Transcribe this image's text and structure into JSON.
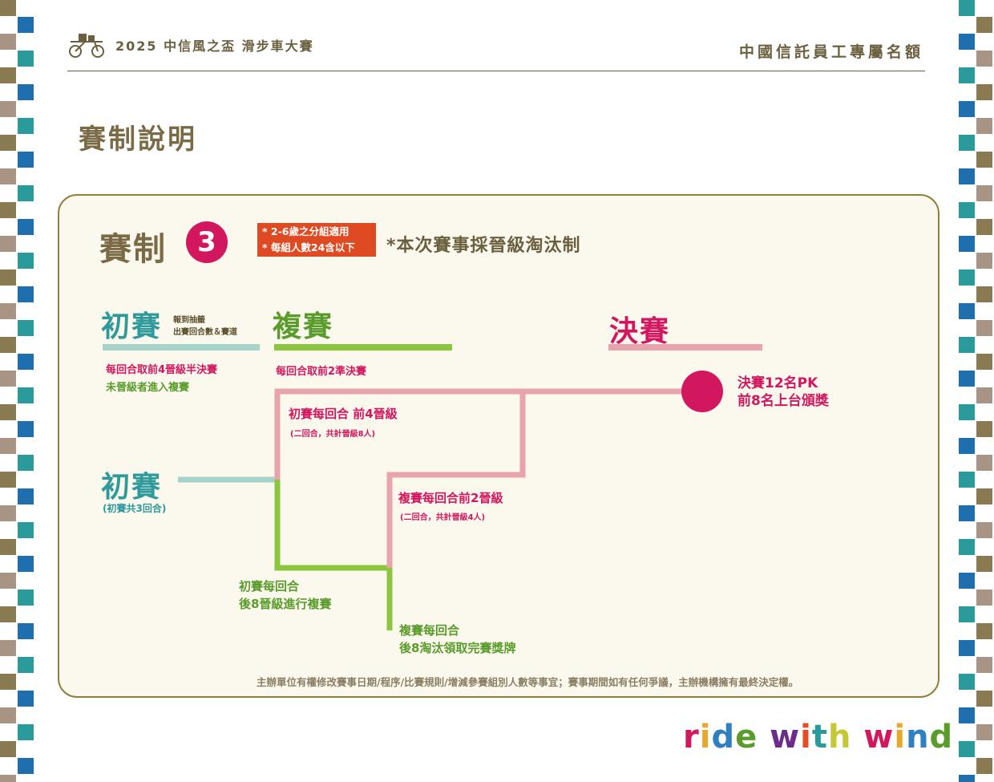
{
  "header": {
    "brand_title": "2025 中信風之盃 滑步車大賽",
    "right_label": "中國信託員工專屬名額"
  },
  "page_title": "賽制說明",
  "format": {
    "label": "賽制",
    "number": "3",
    "notes": [
      "* 2-6歲之分組適用",
      "* 每組人數24含以下"
    ],
    "note": "*本次賽事採晉級淘汰制"
  },
  "stages": {
    "prelim": {
      "title": "初賽",
      "sub1": "報到抽籤",
      "sub2": "出賽回合數＆賽道"
    },
    "repechage": {
      "title": "複賽"
    },
    "final": {
      "title": "決賽"
    }
  },
  "rules": {
    "prelim_top": "每回合取前4晉級半決賽",
    "prelim_bottom": "未晉級者進入複賽",
    "repechage": "每回合取前2準決賽"
  },
  "flow": {
    "final_line1": "決賽12名PK",
    "final_line2": "前8名上台頒獎",
    "prelim_advance": "初賽每回合 前4晉級",
    "prelim_advance_sub": "(二回合，共計晉級8人)",
    "rep_advance": "複賽每回合前2晉級",
    "rep_advance_sub": "(二回合，共計晉級4人)",
    "prelim_big": "初賽",
    "prelim_count": "(初賽共3回合)",
    "prelim_elim_1": "初賽每回合",
    "prelim_elim_2": "後8晉級進行複賽",
    "rep_elim_1": "複賽每回合",
    "rep_elim_2": "後8淘汰領取完賽獎牌"
  },
  "disclaimer": "主辦單位有權修改賽事日期/程序/比賽規則/增減參賽組別人數等事宜；賽事期間如有任何爭議，主辦機構擁有最終決定權。",
  "slogan": "ride with wind",
  "colors": {
    "brown": "#6a5f3e",
    "teal": "#2f9a9b",
    "green": "#5a9c2b",
    "magenta": "#d3175f",
    "pink_line": "#e8a3ac",
    "green_line": "#8cc63e",
    "teal_line": "#a7d3c9",
    "panel_bg": "#fbf8ed"
  },
  "icons": [
    "bike-logo-icon"
  ]
}
